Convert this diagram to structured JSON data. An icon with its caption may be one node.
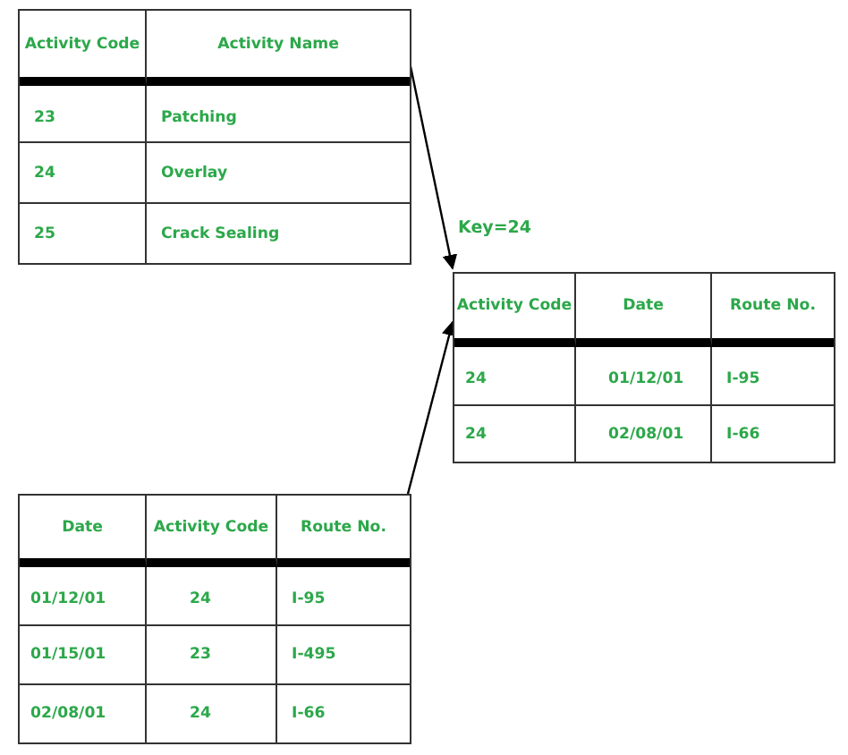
{
  "diagram": {
    "nodes": [
      {
        "text": [
          "Activity Code",
          "Activity Name",
          "23",
          "Patching",
          "24",
          "Overlay",
          "25",
          "Crack Sealing"
        ]
      },
      {
        "text": [
          "Activity Code",
          "Date",
          "Route No.",
          "24",
          "01/12/01",
          "I-95",
          "24",
          "02/08/01",
          "I-66"
        ]
      },
      {
        "text": [
          "Date",
          "Activity Code",
          "Route No.",
          "01/12/01",
          "24",
          "I-95",
          "01/15/01",
          "23",
          "I-495",
          "02/08/01",
          "24",
          "I-66"
        ]
      }
    ],
    "edges": [
      {
        "from": 0,
        "to": 1,
        "arrow": "to"
      },
      {
        "from": 2,
        "to": 1,
        "arrow": "to"
      }
    ],
    "labels": [
      "Key=24"
    ]
  }
}
